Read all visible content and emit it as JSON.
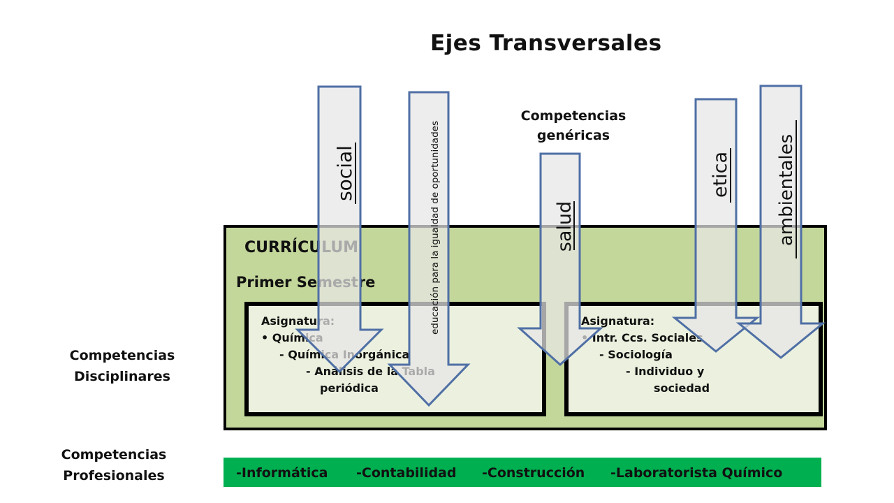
{
  "title": "Ejes Transversales",
  "generic_competencies": [
    "Competencias",
    "genéricas"
  ],
  "curriculum": {
    "label": "CURRÍCULUM",
    "semester": "Primer Semestre",
    "subjects": [
      {
        "lines": [
          "Asignatura:",
          "• Química",
          "- Química Inorgánica",
          "- Análisis de la Tabla",
          "periódica"
        ]
      },
      {
        "lines": [
          "Asignatura:",
          "• Intr. Ccs. Sociales",
          "- Sociología",
          "-  Individuo y",
          "sociedad"
        ]
      }
    ]
  },
  "left_labels": {
    "disciplinary": [
      "Competencias",
      "Disciplinares"
    ],
    "professional": [
      "Competencias",
      "Profesionales"
    ]
  },
  "professional_items": [
    "-Informática",
    "-Contabilidad",
    "-Construcción",
    "-Laboratorista Químico"
  ],
  "axes": [
    {
      "label": "social"
    },
    {
      "label": "educación para la igualdad de oportunidades"
    },
    {
      "label": "salud"
    },
    {
      "label": "etica"
    },
    {
      "label": "ambientales"
    }
  ],
  "colors": {
    "curriculum_fill": "#c4d79b",
    "subject_fill": "#ebf1de",
    "professional_bar": "#00b050",
    "arrow_stroke": "#4f6fa5",
    "arrow_fill": "#e6e6e6"
  }
}
